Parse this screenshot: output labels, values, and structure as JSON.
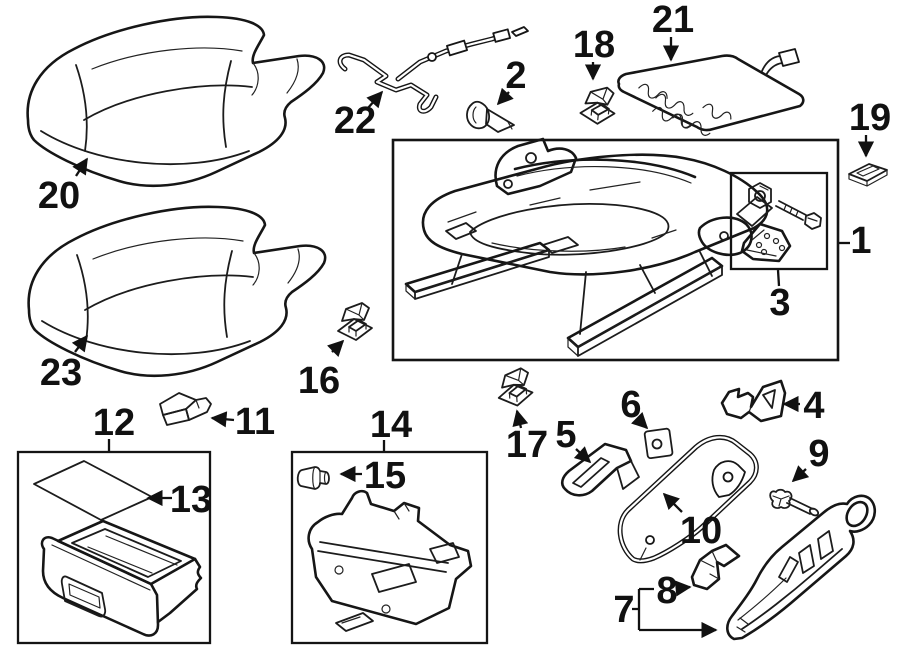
{
  "colors": {
    "background": "#ffffff",
    "line_art": "#161616",
    "callout_text": "#111111"
  },
  "labels": {
    "p1": "1",
    "p2": "2",
    "p3": "3",
    "p4": "4",
    "p5": "5",
    "p6": "6",
    "p7": "7",
    "p8": "8",
    "p9": "9",
    "p10": "10",
    "p11": "11",
    "p12": "12",
    "p13": "13",
    "p14": "14",
    "p15": "15",
    "p16": "16",
    "p17": "17",
    "p18": "18",
    "p19": "19",
    "p20": "20",
    "p21": "21",
    "p22": "22",
    "p23": "23"
  }
}
